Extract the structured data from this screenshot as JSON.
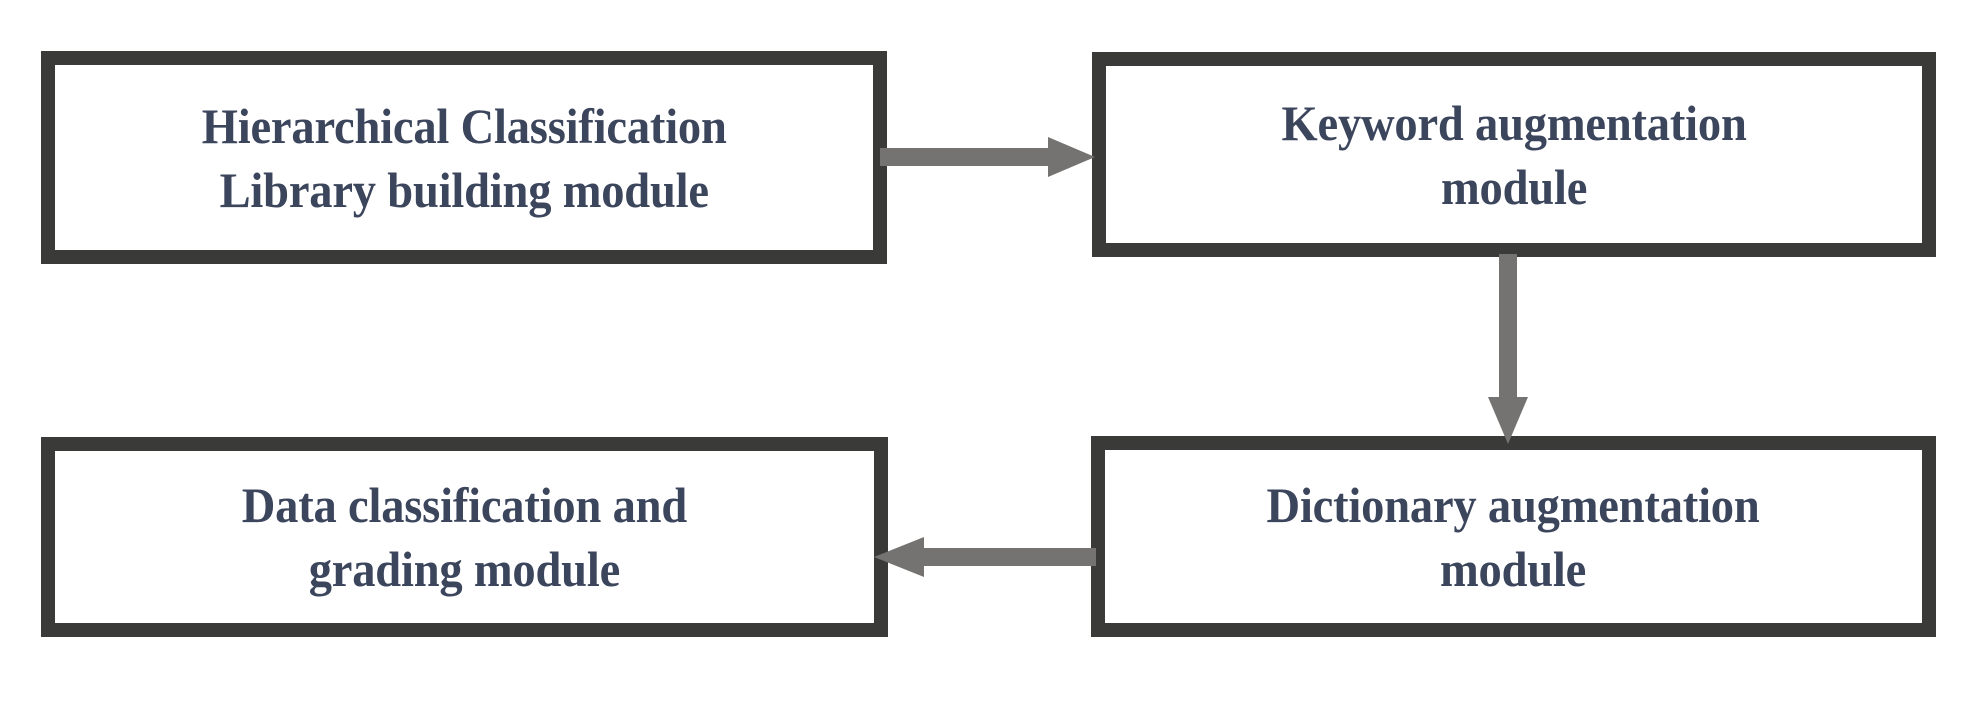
{
  "diagram": {
    "type": "flowchart",
    "background_color": "#ffffff",
    "box_border_color": "#3a3a38",
    "box_fill_color": "#ffffff",
    "label_text_color": "#3b455c",
    "arrow_color": "#757371",
    "nodes": [
      {
        "id": "hierarchical-classification-library-building-module",
        "label": "Hierarchical Classification\nLibrary building module",
        "position": "top-left"
      },
      {
        "id": "keyword-augmentation-module",
        "label": "Keyword augmentation\nmodule",
        "position": "top-right"
      },
      {
        "id": "data-classification-and-grading-module",
        "label": "Data classification and\ngrading module",
        "position": "bottom-left"
      },
      {
        "id": "dictionary-augmentation-module",
        "label": "Dictionary augmentation\nmodule",
        "position": "bottom-right"
      }
    ],
    "edges": [
      {
        "id": "edge-hierarchical-to-keyword",
        "from": "hierarchical-classification-library-building-module",
        "to": "keyword-augmentation-module",
        "direction": "right"
      },
      {
        "id": "edge-keyword-to-dictionary",
        "from": "keyword-augmentation-module",
        "to": "dictionary-augmentation-module",
        "direction": "down"
      },
      {
        "id": "edge-dictionary-to-data",
        "from": "dictionary-augmentation-module",
        "to": "data-classification-and-grading-module",
        "direction": "left"
      }
    ]
  }
}
